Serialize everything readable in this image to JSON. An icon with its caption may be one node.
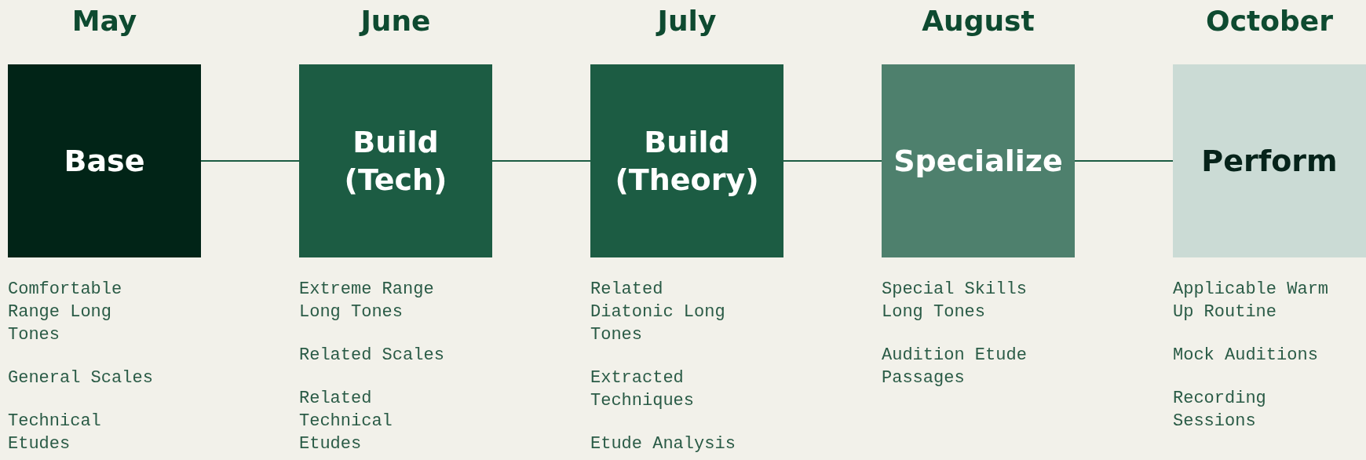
{
  "diagram": {
    "nodes": [
      {
        "text": [
          "May",
          "Base"
        ],
        "beside": [
          "Comfortable Range Long Tones",
          "General Scales",
          "Technical Etudes"
        ]
      },
      {
        "text": [
          "June",
          "Build (Tech)"
        ],
        "beside": [
          "Extreme Range Long Tones",
          "Related Scales",
          "Related Technical Etudes"
        ]
      },
      {
        "text": [
          "July",
          "Build (Theory)"
        ],
        "beside": [
          "Related Diatonic Long Tones",
          "Extracted Techniques",
          "Etude Analysis"
        ]
      },
      {
        "text": [
          "August",
          "Specialize"
        ],
        "beside": [
          "Special Skills Long Tones",
          "Audition Etude Passages"
        ]
      },
      {
        "text": [
          "October",
          "Perform"
        ],
        "beside": [
          "Applicable Warm Up Routine",
          "Mock Auditions",
          "Recording Sessions"
        ]
      }
    ],
    "edges": [
      {
        "from": 0,
        "to": 1,
        "arrow": "none"
      },
      {
        "from": 1,
        "to": 2,
        "arrow": "none"
      },
      {
        "from": 2,
        "to": 3,
        "arrow": "none"
      },
      {
        "from": 3,
        "to": 4,
        "arrow": "none"
      }
    ]
  }
}
